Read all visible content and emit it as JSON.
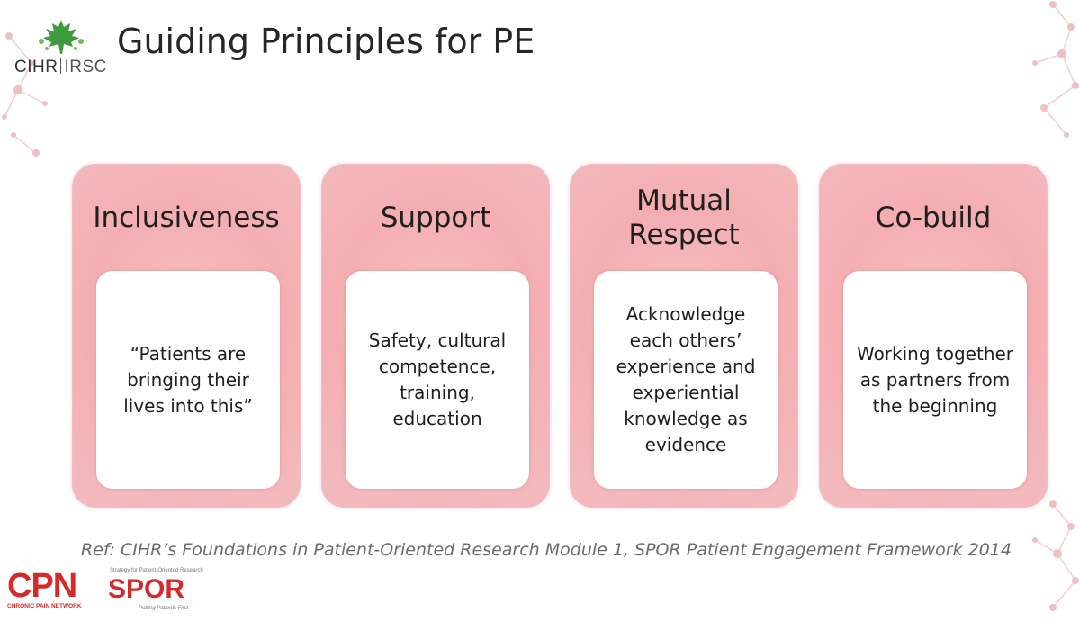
{
  "header": {
    "logo_text_left": "CIHR",
    "logo_text_right": "IRSC",
    "title": "Guiding Principles for PE"
  },
  "principles": [
    {
      "heading": "Inclusiveness",
      "body": "“Patients are bringing their lives into this”"
    },
    {
      "heading": "Support",
      "body": "Safety, cultural competence, training, education"
    },
    {
      "heading": "Mutual Respect",
      "body": "Acknowledge each others’ experience and experiential knowledge as evidence"
    },
    {
      "heading": "Co-build",
      "body": "Working together as partners from the beginning"
    }
  ],
  "reference": "Ref: CIHR’s Foundations in Patient-Oriented Research Module 1, SPOR Patient Engagement Framework 2014",
  "footer": {
    "cpn": "CPN",
    "cpn_sub": "CHRONIC PAIN NETWORK",
    "spor_top": "Strategy for Patient-Oriented Research",
    "spor": "SPOR",
    "spor_sub": "Putting Patients First"
  },
  "colors": {
    "card_pink": "#f4aeb2",
    "brand_red": "#d42a2a",
    "leaf_green": "#3e9a3a",
    "molecule_pink": "#f2c2c6"
  }
}
